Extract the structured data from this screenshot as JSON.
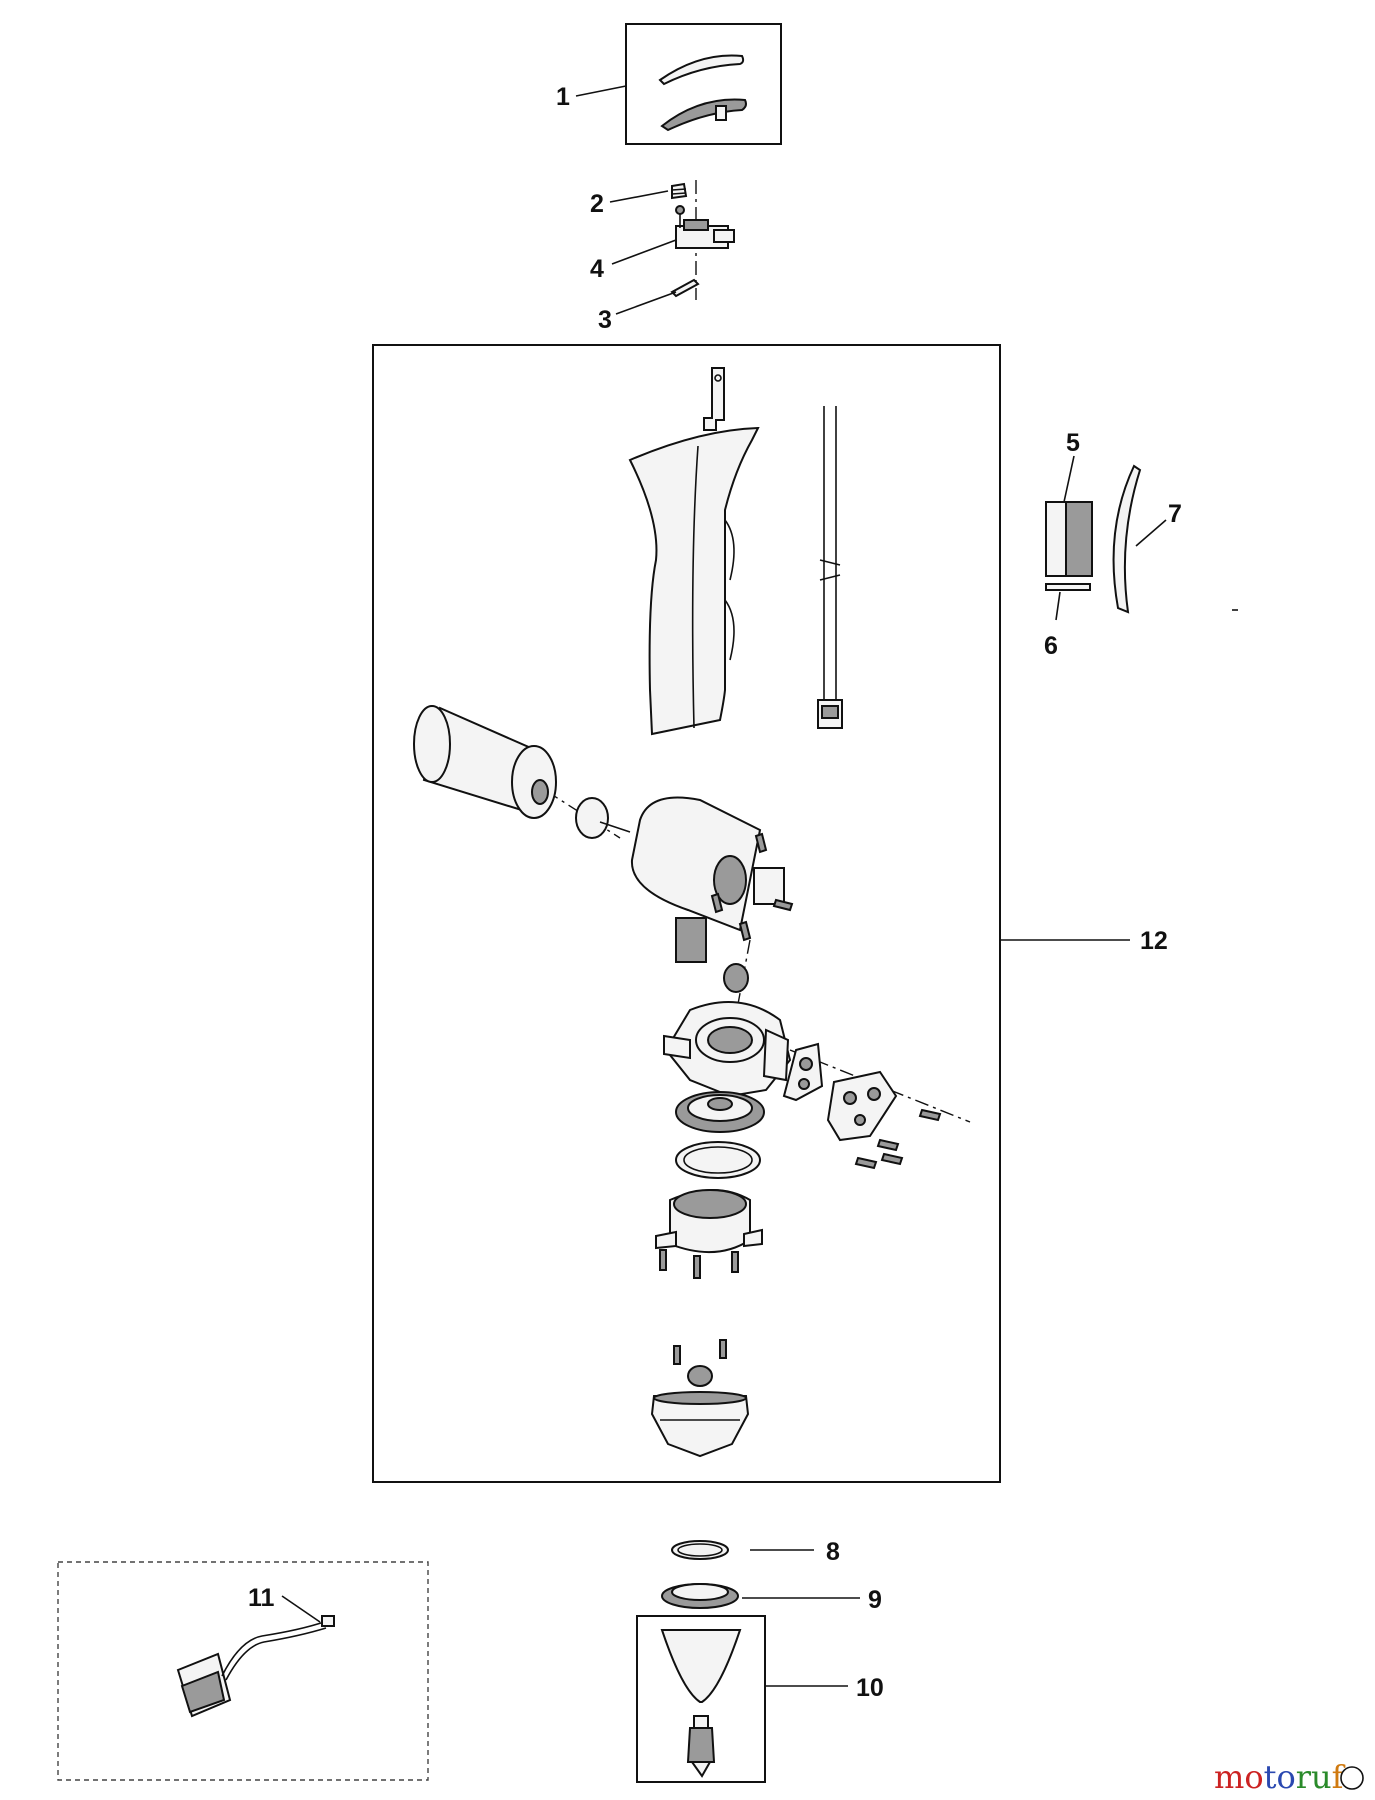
{
  "labels": {
    "p1": "1",
    "p2": "2",
    "p3": "3",
    "p4": "4",
    "p5": "5",
    "p6": "6",
    "p7": "7",
    "p8": "8",
    "p9": "9",
    "p10": "10",
    "p11": "11",
    "p12": "12"
  },
  "watermark": {
    "part1": "mo",
    "part2": "to",
    "part3": "ru",
    "part4": "f"
  },
  "colors": {
    "watermark_red": "#cc2222",
    "watermark_blue": "#2a48b0",
    "watermark_green": "#2a8a2a",
    "watermark_orange": "#d07a10"
  }
}
